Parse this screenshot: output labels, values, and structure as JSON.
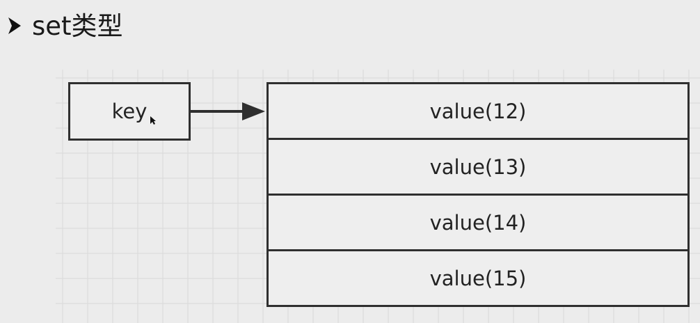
{
  "title": "set类型",
  "diagram": {
    "key": {
      "label": "key"
    },
    "values": [
      {
        "label": "value(12)"
      },
      {
        "label": "value(13)"
      },
      {
        "label": "value(14)"
      },
      {
        "label": "value(15)"
      }
    ]
  },
  "icons": {
    "bullet": "triangle-right-bullet-icon",
    "cursor": "mouse-pointer-icon",
    "arrow": "arrow-right-icon"
  },
  "colors": {
    "background": "#ececec",
    "grid": "#d8d8d8",
    "stroke": "#2f2f2f",
    "text": "#222222"
  }
}
